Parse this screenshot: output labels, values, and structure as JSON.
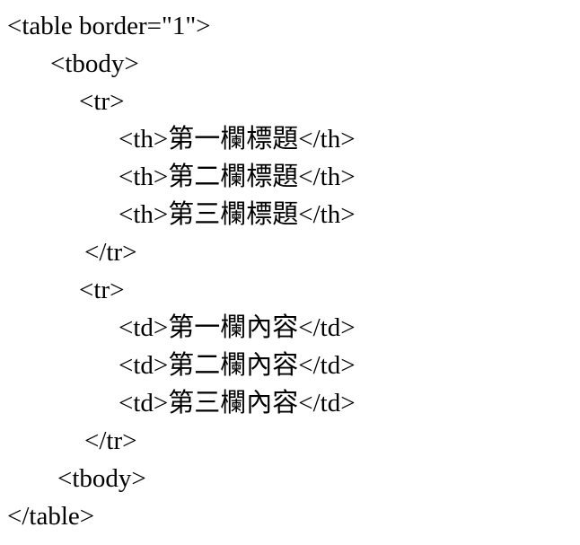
{
  "code": {
    "language": "html",
    "lines": [
      {
        "indent": 0,
        "text": "<table border=\"1\">"
      },
      {
        "indent": 48,
        "text": "<tbody>"
      },
      {
        "indent": 80,
        "text": "<tr>"
      },
      {
        "indent": 124,
        "text": "<th>第一欄標題</th>"
      },
      {
        "indent": 124,
        "text": "<th>第二欄標題</th>"
      },
      {
        "indent": 124,
        "text": "<th>第三欄標題</th>"
      },
      {
        "indent": 86,
        "text": "</tr>"
      },
      {
        "indent": 80,
        "text": "<tr>"
      },
      {
        "indent": 124,
        "text": "<td>第一欄內容</td>"
      },
      {
        "indent": 124,
        "text": "<td>第二欄內容</td>"
      },
      {
        "indent": 124,
        "text": "<td>第三欄內容</td>"
      },
      {
        "indent": 86,
        "text": "</tr>"
      },
      {
        "indent": 56,
        "text": "<tbody>"
      },
      {
        "indent": 0,
        "text": "</table>"
      }
    ]
  }
}
